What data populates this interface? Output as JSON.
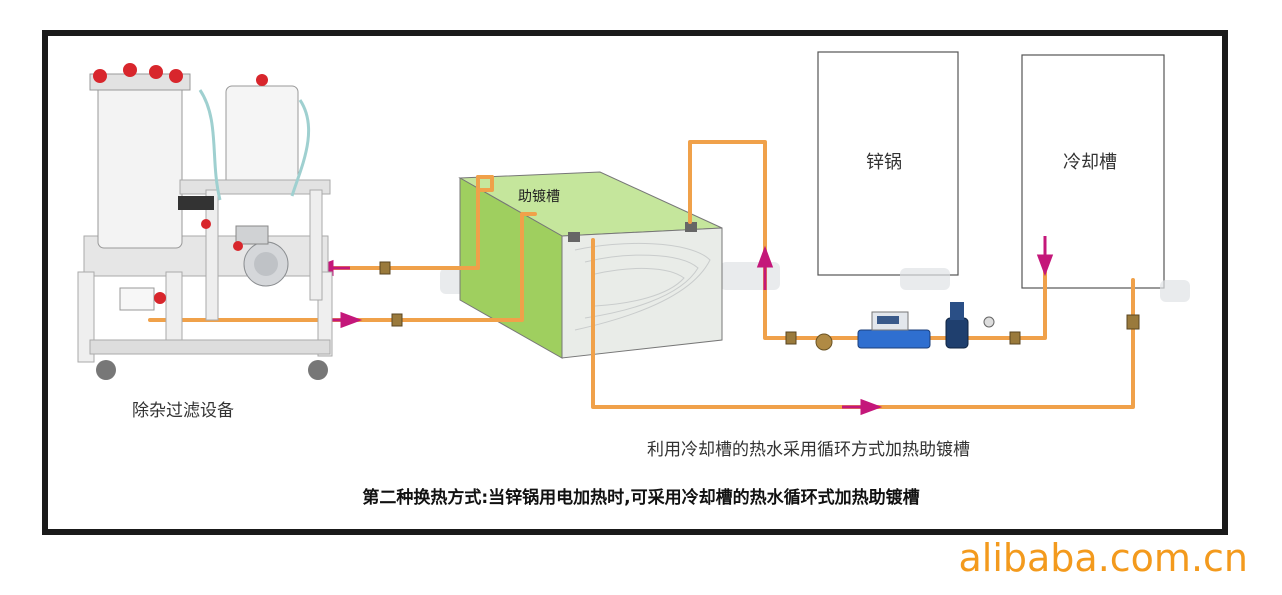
{
  "labels": {
    "zinc_pot": "锌锅",
    "cooling_tank": "冷却槽",
    "flux_tank": "助镀槽",
    "filter_equipment": "除杂过滤设备",
    "description": "利用冷却槽的热水采用循环方式加热助镀槽"
  },
  "caption": "第二种换热方式:当锌锅用电加热时,可采用冷却槽的热水循环式加热助镀槽",
  "watermark": "alibaba.com.cn",
  "colors": {
    "pipe": "#f0a14a",
    "arrow": "#c4177a",
    "flux_fill": "#a8d86b",
    "frame": "#1a1a1a",
    "watermark": "#f39a1d"
  }
}
